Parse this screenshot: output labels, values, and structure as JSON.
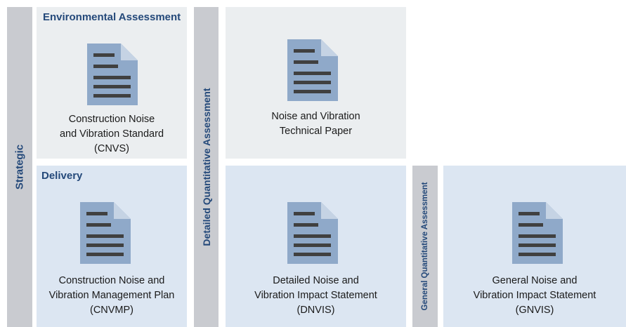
{
  "rows": {
    "strategic": "Strategic",
    "detailed": "Detailed Quantitative Assessment",
    "general": "General Quantitative Assessment"
  },
  "sections": {
    "environmental": "Environmental Assessment",
    "delivery": "Delivery"
  },
  "documents": {
    "cnvs": {
      "line1": "Construction Noise",
      "line2": "and Vibration Standard",
      "line3": "(CNVS)",
      "icon": "document-icon"
    },
    "technical": {
      "line1": "Noise and Vibration",
      "line2": "Technical Paper",
      "icon": "document-icon"
    },
    "cnvmp": {
      "line1": "Construction Noise and",
      "line2": "Vibration Management Plan",
      "line3": "(CNVMP)",
      "icon": "document-icon"
    },
    "dnvis": {
      "line1": "Detailed Noise and",
      "line2": "Vibration Impact Statement",
      "line3": "(DNVIS)",
      "icon": "document-icon"
    },
    "gnvis": {
      "line1": "General Noise and",
      "line2": "Vibration Impact Statement",
      "line3": "(GNVIS)",
      "icon": "document-icon"
    }
  },
  "colors": {
    "bar": "#c9cbd0",
    "panel_gray": "#ebeef0",
    "panel_blue": "#dce6f2",
    "heading": "#24497a",
    "doc_fill": "#8fa9c9",
    "doc_fold": "#c5d3e4",
    "doc_lines": "#404040"
  }
}
